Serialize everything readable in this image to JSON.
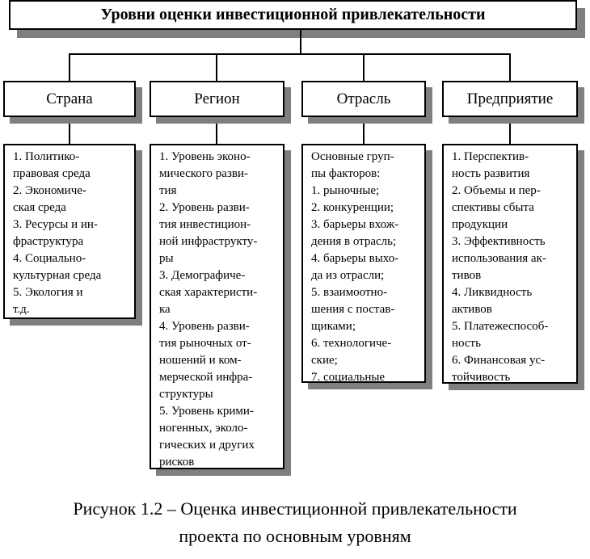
{
  "colors": {
    "line": "#000000",
    "shadow": "#7f7f7f",
    "box_background": "#ffffff",
    "text": "#000000"
  },
  "diagram": {
    "title": "Уровни оценки инвестиционной привлекательности",
    "levels": [
      {
        "name": "Страна",
        "factors": "1. Политико-\nправовая среда\n2. Экономиче-\nская среда\n3. Ресурсы и ин-\nфраструктура\n4. Социально-\nкультурная среда\n5. Экология и\nт.д."
      },
      {
        "name": "Регион",
        "factors": "1. Уровень эконо-\nмического разви-\nтия\n2. Уровень разви-\nтия инвестицион-\nной инфраструкту-\nры\n3. Демографиче-\nская характеристи-\nка\n4. Уровень разви-\nтия рыночных от-\nношений и ком-\nмерческой инфра-\nструктуры\n5. Уровень крими-\nногенных, эколо-\nгических и других\nрисков"
      },
      {
        "name": "Отрасль",
        "factors": "Основные груп-\nпы факторов:\n1. рыночные;\n2. конкуренции;\n3. барьеры вхож-\nдения в отрасль;\n4. барьеры выхо-\nда из отрасли;\n5. взаимоотно-\nшения с постав-\nщиками;\n6. технологиче-\nские;\n7. социальные"
      },
      {
        "name": "Предприятие",
        "factors": "1. Перспектив-\nность развития\n2. Объемы и пер-\nспективы сбыта\nпродукции\n3. Эффективность\nиспользования ак-\nтивов\n4. Ликвидность\nактивов\n5. Платежеспособ-\nность\n6. Финансовая ус-\nтойчивость"
      }
    ]
  },
  "caption": "Рисунок 1.2 – Оценка инвестиционной привлекательности\nпроекта по основным уровням"
}
